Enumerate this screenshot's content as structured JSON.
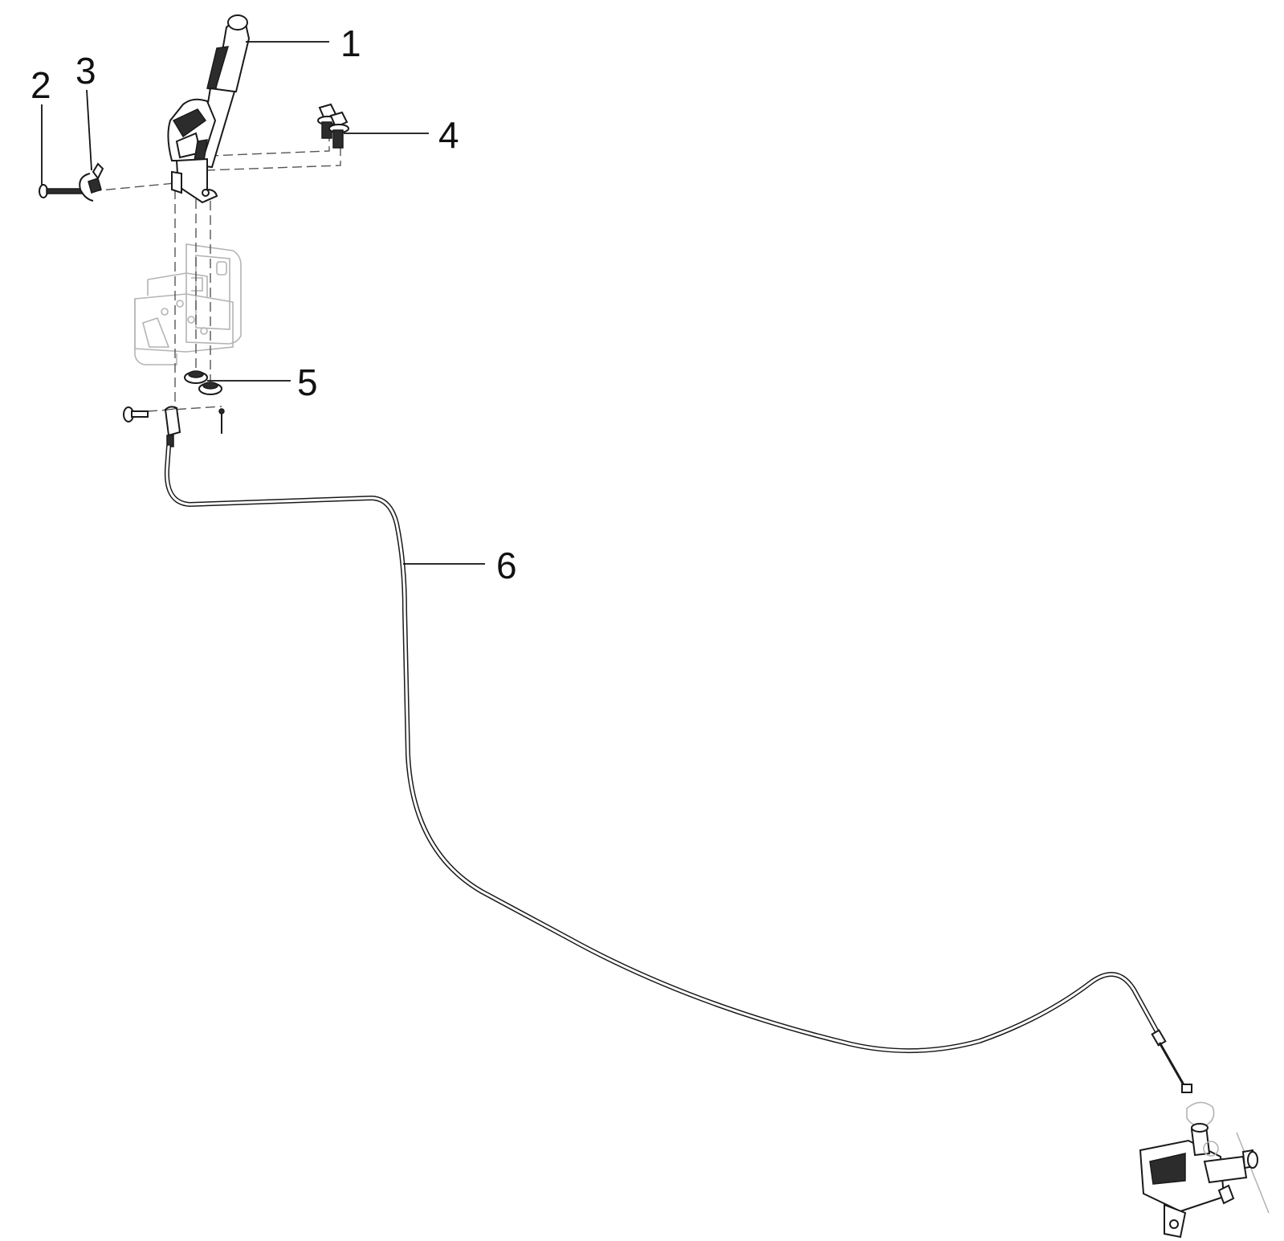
{
  "callouts": [
    {
      "id": "lever",
      "label": "1"
    },
    {
      "id": "pin",
      "label": "2"
    },
    {
      "id": "clip",
      "label": "3"
    },
    {
      "id": "bolts",
      "label": "4"
    },
    {
      "id": "nuts",
      "label": "5"
    },
    {
      "id": "cable",
      "label": "6"
    }
  ],
  "colors": {
    "ink": "#111111",
    "ghost": "#b4b4b4",
    "background": "#ffffff"
  }
}
